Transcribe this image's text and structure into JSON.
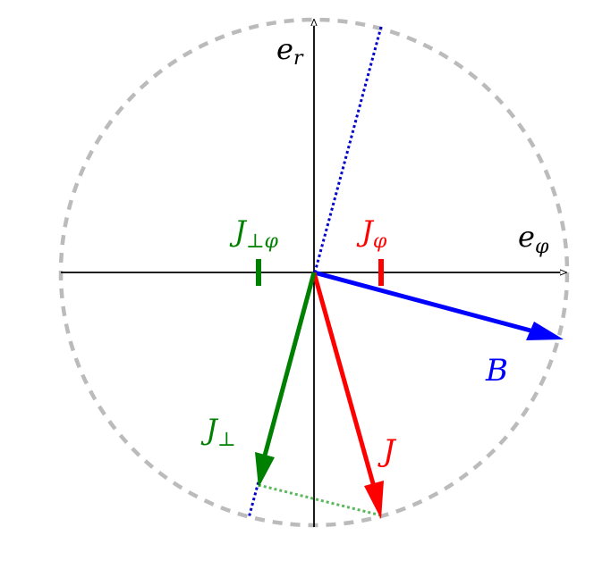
{
  "diagram": {
    "labels": {
      "e_r": {
        "main": "e",
        "sub": "r"
      },
      "e_phi": {
        "main": "e",
        "sub": "φ"
      },
      "J_perp_phi": {
        "main": "J",
        "sub": "⊥φ"
      },
      "J_phi": {
        "main": "J",
        "sub": "φ"
      },
      "B": {
        "main": "B"
      },
      "J_perp": {
        "main": "J",
        "sub": "⊥"
      },
      "J": {
        "main": "J"
      }
    },
    "colors": {
      "circle": "#bbbbbb",
      "axes": "#000000",
      "B": "#0000ff",
      "J": "#ff0000",
      "J_perp": "#008000",
      "projection": "#5cb85c",
      "field_line": "#0000cc"
    }
  }
}
